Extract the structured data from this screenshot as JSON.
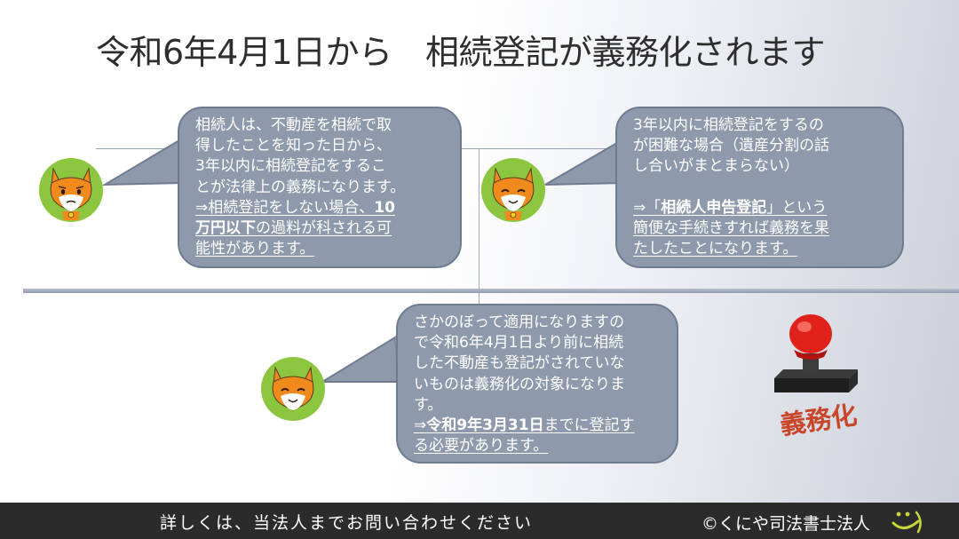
{
  "slide": {
    "title": "令和6年4月1日から　相続登記が義務化されます"
  },
  "bubble_left": {
    "line1": "相続人は、不動産を相続で取",
    "line2": "得したことを知った日から、",
    "line3": "3年以内に相続登記をするこ",
    "line4": "とが法律上の義務になります。",
    "line5_a": "⇒相続登記をしない場合、",
    "line5_b": "10",
    "line6_a": "万円以下",
    "line6_b": "の過料が科される可",
    "line7": "能性があります。"
  },
  "bubble_right": {
    "line1": "3年以内に相続登記をするの",
    "line2": "が困難な場合（遺産分割の話",
    "line3": "し合いがまとまらない）",
    "line4_a": "⇒「",
    "line4_b": "相続人申告登記",
    "line4_c": "」という",
    "line5": "簡便な手続きすれば義務を果",
    "line6": "たしたことになります。"
  },
  "bubble_bottom": {
    "line1": "さかのぼって適用になりますの",
    "line2": "で令和6年4月1日より前に相続",
    "line3": "した不動産も登記がされていな",
    "line4": "いものは義務化の対象になりま",
    "line5": "す。",
    "line6_a": "⇒",
    "line6_b": "令和9年3月31日",
    "line6_c": "までに登記す",
    "line7": "る必要があります。"
  },
  "stamp": {
    "label": "義務化"
  },
  "footer": {
    "contact": "詳しくは、当法人までお問い合わせください",
    "copyright": "©くにや司法書士法人"
  },
  "colors": {
    "bubble_fill": "#8e9aac",
    "bubble_border": "#6f7c90",
    "fox_circle": "#8cc63f",
    "fox_orange": "#f08a1c",
    "stamp_red": "#e0211b",
    "stamp_label": "#c9462b",
    "footer_bg": "#2b2b2b"
  },
  "icons": {
    "fox_left": "fox-mascot-worried-icon",
    "fox_right": "fox-mascot-smiling-icon",
    "fox_bottom": "fox-mascot-smiling-icon",
    "stamp": "rubber-stamp-icon",
    "logo": "smiley-logo-icon"
  }
}
